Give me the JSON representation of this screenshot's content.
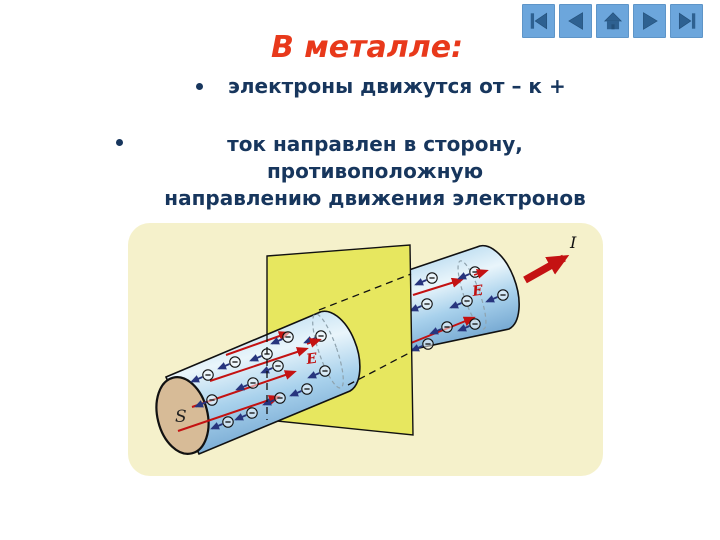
{
  "slide": {
    "title": "В металле:",
    "bullets": [
      {
        "text": "электроны движутся от – к +"
      },
      {
        "line1": "ток направлен в сторону, противоположную",
        "line2": "направлению движения электронов"
      }
    ]
  },
  "nav": {
    "buttons": [
      {
        "id": "first",
        "icon": "skip-to-start-icon"
      },
      {
        "id": "back",
        "icon": "back-icon"
      },
      {
        "id": "home",
        "icon": "home-icon"
      },
      {
        "id": "forward",
        "icon": "forward-icon"
      },
      {
        "id": "last",
        "icon": "skip-to-end-icon"
      }
    ]
  },
  "diagram": {
    "labels": {
      "cross_section": "S",
      "field": "E",
      "current": "I"
    }
  },
  "colors": {
    "title": "#E8391B",
    "body_text": "#17365D",
    "nav_button_bg": "#6CA6DC",
    "nav_icon": "#2E6191",
    "diagram_bg": "#F5F1CB",
    "plane_fill": "#E7E75F",
    "cylinder_blue": "#A8D1EC",
    "end_cap_tan": "#D7BB97",
    "current_arrow_red": "#C41212",
    "electron_arrow_blue": "#27357E"
  }
}
